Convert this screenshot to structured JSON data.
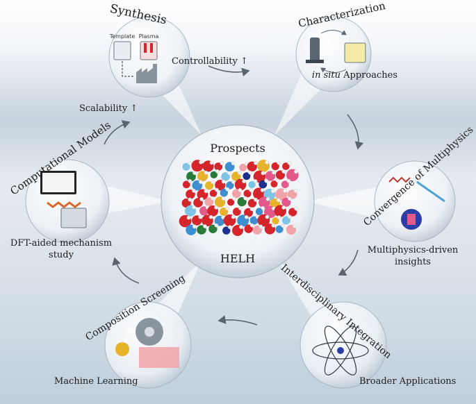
{
  "center": {
    "title": "Prospects",
    "label": "HELH"
  },
  "nodes": {
    "synthesis": {
      "title": "Synthesis",
      "tag_template": "Template",
      "tag_plasma": "Plasma"
    },
    "characterization": {
      "title": "Characterization"
    },
    "multiphysics": {
      "title": "Convergence of Multiphysics"
    },
    "interdisciplinary": {
      "title": "Interdisciplinary Integration"
    },
    "composition": {
      "title": "Composition Screening"
    },
    "computational": {
      "title": "Computational Models"
    }
  },
  "labels": {
    "controllability": "Controllability ↑",
    "insitu_italic": "in situ",
    "insitu_rest": " Approaches",
    "scalability": "Scalability ↑",
    "multiphysics_line1": "Multiphysics-driven",
    "multiphysics_line2": "insights",
    "broader": "Broader Applications",
    "machine_learning": "Machine Learning",
    "dft_line1": "DFT-aided mechanism",
    "dft_line2": "study"
  },
  "colors": {
    "accent_blue": "#2a3ea8",
    "atom_red": "#d4252b",
    "atom_white": "#f2f2f2",
    "arrow": "#5a6570"
  }
}
